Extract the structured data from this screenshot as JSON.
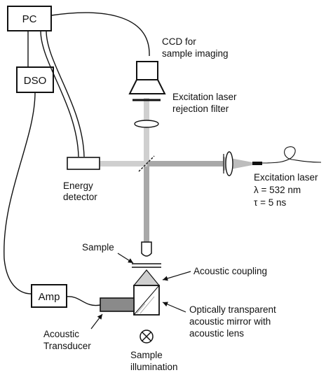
{
  "diagram": {
    "boxes": {
      "pc": "PC",
      "dso": "DSO",
      "amp": "Amp"
    },
    "labels": {
      "ccd_line1": "CCD for",
      "ccd_line2": "sample imaging",
      "filter_line1": "Excitation laser",
      "filter_line2": "rejection filter",
      "energy_line1": "Energy",
      "energy_line2": "detector",
      "laser_line1": "Excitation laser",
      "laser_line2": "λ = 532 nm",
      "laser_line3": "τ = 5 ns",
      "sample": "Sample",
      "coupling": "Acoustic coupling",
      "transducer_line1": "Acoustic",
      "transducer_line2": "Transducer",
      "mirror_line1": "Optically transparent",
      "mirror_line2": "acoustic mirror with",
      "mirror_line3": "acoustic lens",
      "illum_line1": "Sample",
      "illum_line2": "illumination"
    },
    "colors": {
      "ink": "#111111",
      "beam_light": "#cfcfcf",
      "beam_dark": "#a8a8a8",
      "transducer": "#8a8a8a"
    }
  }
}
